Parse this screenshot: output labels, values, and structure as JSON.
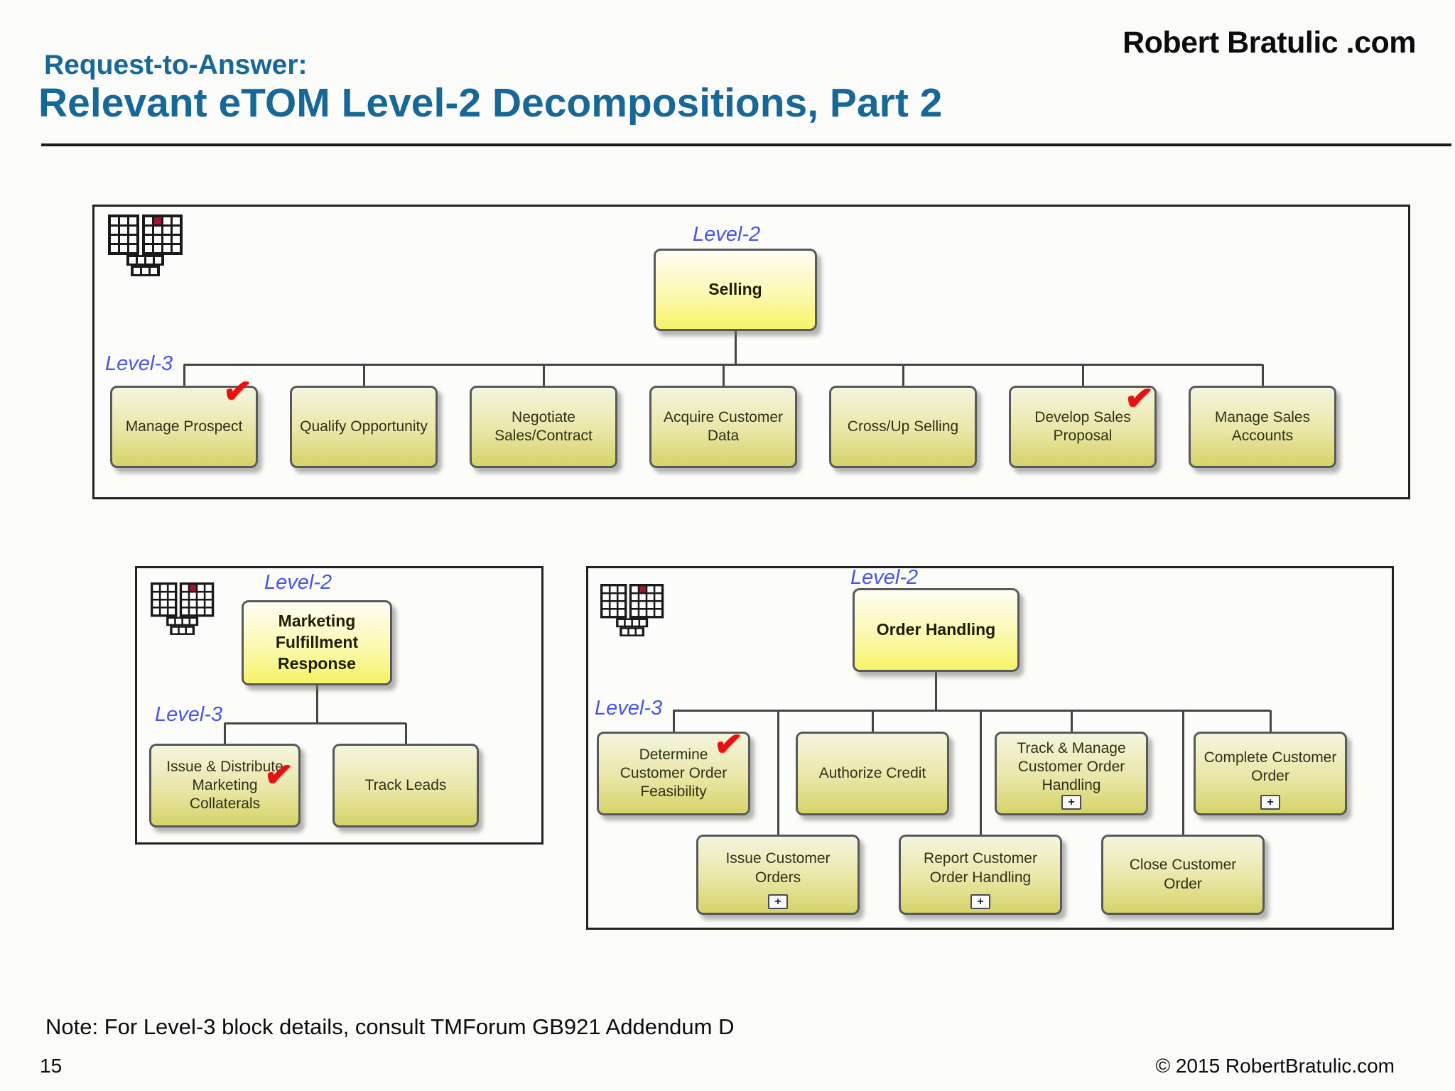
{
  "slide": {
    "logo": "Robert Bratulic .com",
    "kicker": "Request-to-Answer:",
    "title": "Relevant eTOM Level-2 Decompositions, Part 2",
    "note": "Note: For Level-3 block details, consult TMForum GB921 Addendum D",
    "page_number": "15",
    "copyright": "© 2015 RobertBratulic.com"
  },
  "labels": {
    "level2": "Level-2",
    "level3": "Level-3"
  },
  "icons": {
    "check_mark": "✔",
    "expand_plus": "+",
    "etom_map": "grid-matrix-with-funnel"
  },
  "colors": {
    "title_blue": "#176896",
    "level_label_blue": "#4756e3",
    "check_red": "#e41212",
    "box_border_gray": "#59595c",
    "level2_box_yellow": "#f6f467",
    "level3_box_olive": "#d5d368",
    "icon_red_cell": "#9b1b30",
    "connector_gray": "#454545"
  },
  "panels": [
    {
      "name": "selling",
      "parent": {
        "label": "Selling"
      },
      "children": [
        {
          "label": "Manage Prospect",
          "checked": true
        },
        {
          "label": "Qualify Opportunity"
        },
        {
          "label": "Negotiate Sales/Contract"
        },
        {
          "label": "Acquire Customer Data"
        },
        {
          "label": "Cross/Up Selling"
        },
        {
          "label": "Develop Sales Proposal",
          "checked": true
        },
        {
          "label": "Manage Sales Accounts"
        }
      ]
    },
    {
      "name": "marketing-fulfillment-response",
      "parent": {
        "label": "Marketing Fulfillment Response"
      },
      "children": [
        {
          "label": "Issue & Distribute Marketing Collaterals",
          "checked": true
        },
        {
          "label": "Track Leads"
        }
      ]
    },
    {
      "name": "order-handling",
      "parent": {
        "label": "Order Handling"
      },
      "children": [
        {
          "label": "Determine Customer Order Feasibility",
          "checked": true
        },
        {
          "label": "Authorize Credit"
        },
        {
          "label": "Track & Manage Customer Order Handling",
          "plus": true
        },
        {
          "label": "Complete Customer Order",
          "plus": true
        },
        {
          "label": "Issue Customer Orders",
          "plus": true
        },
        {
          "label": "Report Customer Order Handling",
          "plus": true
        },
        {
          "label": "Close Customer Order"
        }
      ]
    }
  ]
}
